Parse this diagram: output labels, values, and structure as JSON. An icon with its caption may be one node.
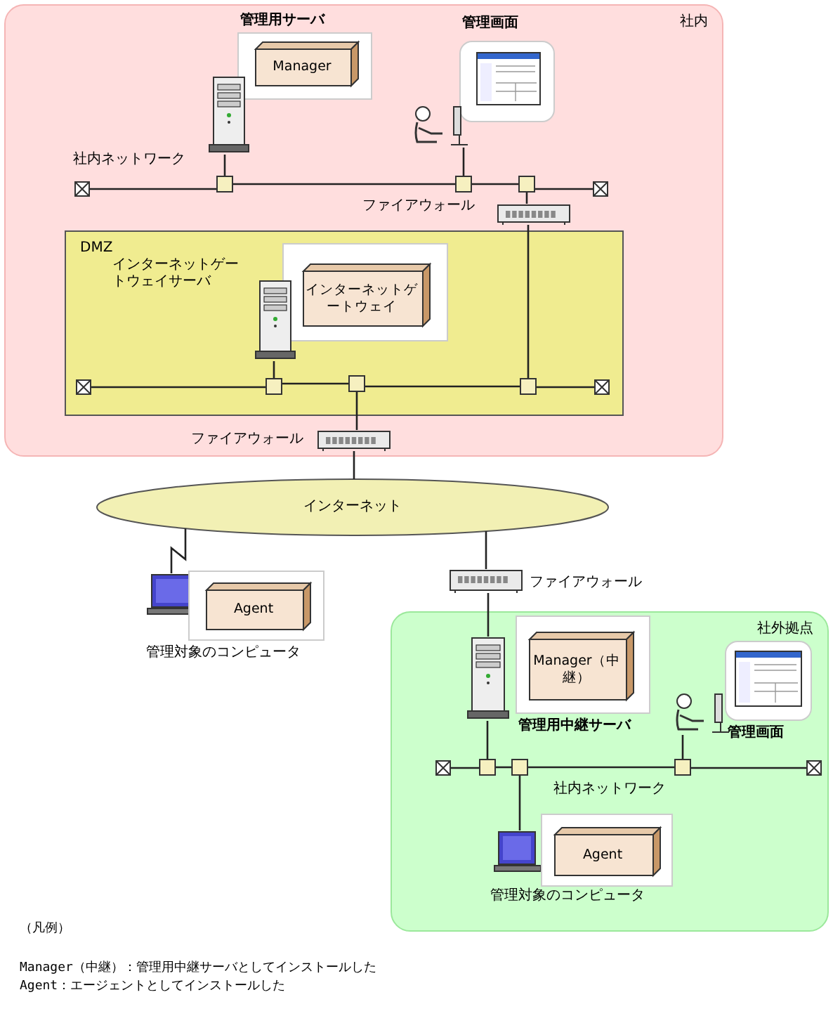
{
  "diagram": {
    "nodes": [
      {
        "text": [
          "社内"
        ]
      },
      {
        "text": [
          "管理用サーバ"
        ],
        "in": 0
      },
      {
        "text": [
          "Manager"
        ],
        "in": 1
      },
      {
        "text": [],
        "shape": "server",
        "in": 0
      },
      {
        "text": [
          "管理画面"
        ],
        "in": 0
      },
      {
        "text": [],
        "shape": "picture",
        "in": 4
      },
      {
        "text": [],
        "shape": "person",
        "in": 0
      },
      {
        "text": [],
        "shape": "box",
        "in": 0
      },
      {
        "text": [],
        "shape": "box",
        "in": 0
      },
      {
        "text": [],
        "shape": "box",
        "in": 0
      },
      {
        "text": [],
        "shape": "box",
        "in": 0
      },
      {
        "text": [],
        "shape": "box",
        "in": 0
      },
      {
        "text": [],
        "shape": "firewall",
        "in": 0
      },
      {
        "text": [
          "DMZ"
        ],
        "in": 0
      },
      {
        "text": [],
        "shape": "box",
        "in": 13
      },
      {
        "text": [
          "インターネットゲートウェイ"
        ],
        "in": 14
      },
      {
        "text": [],
        "shape": "server",
        "in": 13,
        "beside": [
          "インターネットゲートウェイサーバ"
        ]
      },
      {
        "text": [],
        "shape": "box",
        "in": 13
      },
      {
        "text": [],
        "shape": "box",
        "in": 13
      },
      {
        "text": [],
        "shape": "box",
        "in": 13
      },
      {
        "text": [],
        "shape": "box",
        "in": 13
      },
      {
        "text": [],
        "shape": "box",
        "in": 13
      },
      {
        "text": [],
        "shape": "firewall",
        "in": 0,
        "beside": [
          "ファイアウォール"
        ]
      },
      {
        "text": [
          "インターネット"
        ]
      },
      {
        "text": [],
        "shape": "laptop"
      },
      {
        "text": [],
        "shape": "box"
      },
      {
        "text": [
          "Agent"
        ],
        "in": 25
      },
      {
        "text": [],
        "shape": "firewall",
        "beside": [
          "ファイアウォール"
        ]
      },
      {
        "text": [
          "社外拠点"
        ]
      },
      {
        "text": [
          "管理用中継サーバ"
        ],
        "in": 28
      },
      {
        "text": [
          "Manager（中継）"
        ],
        "in": 29
      },
      {
        "text": [],
        "shape": "server",
        "in": 28
      },
      {
        "text": [
          "管理画面"
        ],
        "in": 28
      },
      {
        "text": [],
        "shape": "picture",
        "in": 32
      },
      {
        "text": [],
        "shape": "person",
        "in": 28
      },
      {
        "text": [],
        "shape": "box",
        "in": 28
      },
      {
        "text": [],
        "shape": "box",
        "in": 28
      },
      {
        "text": [],
        "shape": "box",
        "in": 28
      },
      {
        "text": [],
        "shape": "box",
        "in": 28
      },
      {
        "text": [],
        "shape": "box",
        "in": 28
      },
      {
        "text": [],
        "shape": "laptop",
        "in": 28,
        "beside": [
          "管理対象のコンピュータ"
        ]
      },
      {
        "text": [],
        "shape": "box",
        "in": 28
      },
      {
        "text": [
          "Agent"
        ],
        "in": 41
      }
    ],
    "edges": [
      {
        "from": 3,
        "to": 8,
        "arrow": "none"
      },
      {
        "from": 6,
        "to": 9,
        "arrow": "none"
      },
      {
        "from": 7,
        "to": 8,
        "arrow": "none"
      },
      {
        "from": 8,
        "to": 9,
        "arrow": "none"
      },
      {
        "from": 9,
        "to": 10,
        "arrow": "none"
      },
      {
        "from": 10,
        "to": 11,
        "arrow": "none"
      },
      {
        "from": 10,
        "to": 12,
        "arrow": "none"
      },
      {
        "from": 12,
        "to": 20,
        "arrow": "none"
      },
      {
        "from": 17,
        "to": 18,
        "arrow": "none"
      },
      {
        "from": 18,
        "to": 19,
        "arrow": "none"
      },
      {
        "from": 19,
        "to": 20,
        "arrow": "none"
      },
      {
        "from": 20,
        "to": 21,
        "arrow": "none"
      },
      {
        "from": 16,
        "to": 18,
        "arrow": "none"
      },
      {
        "from": 19,
        "to": 22,
        "arrow": "none"
      },
      {
        "from": 22,
        "to": 23,
        "arrow": "none"
      },
      {
        "from": 23,
        "to": 24,
        "arrow": "none"
      },
      {
        "from": 23,
        "to": 27,
        "arrow": "none"
      },
      {
        "from": 27,
        "to": 31,
        "arrow": "none"
      },
      {
        "from": 31,
        "to": 36,
        "arrow": "none"
      },
      {
        "from": 35,
        "to": 36,
        "arrow": "none"
      },
      {
        "from": 36,
        "to": 37,
        "arrow": "none"
      },
      {
        "from": 37,
        "to": 38,
        "arrow": "none"
      },
      {
        "from": 38,
        "to": 39,
        "arrow": "none"
      },
      {
        "from": 37,
        "to": 40,
        "arrow": "none"
      },
      {
        "from": 34,
        "to": 38,
        "arrow": "none"
      }
    ],
    "labels": [
      "社内ネットワーク",
      "ファイアウォール",
      "管理対象のコンピュータ",
      "社内ネットワーク",
      "（凡例）",
      "Manager（中継）：管理用中継サーバとしてインストールした",
      "Agent：エージェントとしてインストールした"
    ]
  }
}
